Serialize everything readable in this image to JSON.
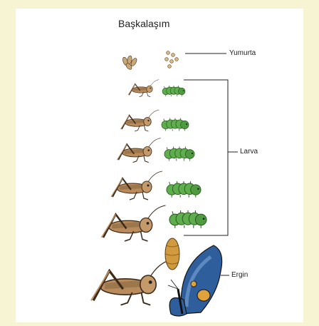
{
  "diagram": {
    "title": "Başkalaşım",
    "labels": {
      "egg": "Yumurta",
      "larva": "Larva",
      "adult": "Ergin"
    }
  },
  "colors": {
    "page_background": "#f6f4d2",
    "panel_background": "#ffffff",
    "grasshopper_brown": "#b98a5b",
    "caterpillar_green": "#5fae4e",
    "butterfly_blue": "#2f5e9c",
    "pupa_orange": "#d19a3e"
  },
  "icons": {
    "egg_left": "grasshopper-eggs-icon",
    "egg_right": "butterfly-eggs-icon",
    "nymph": "grasshopper-icon",
    "larva": "caterpillar-icon",
    "pupa": "pupa-icon",
    "adult": "butterfly-icon"
  }
}
